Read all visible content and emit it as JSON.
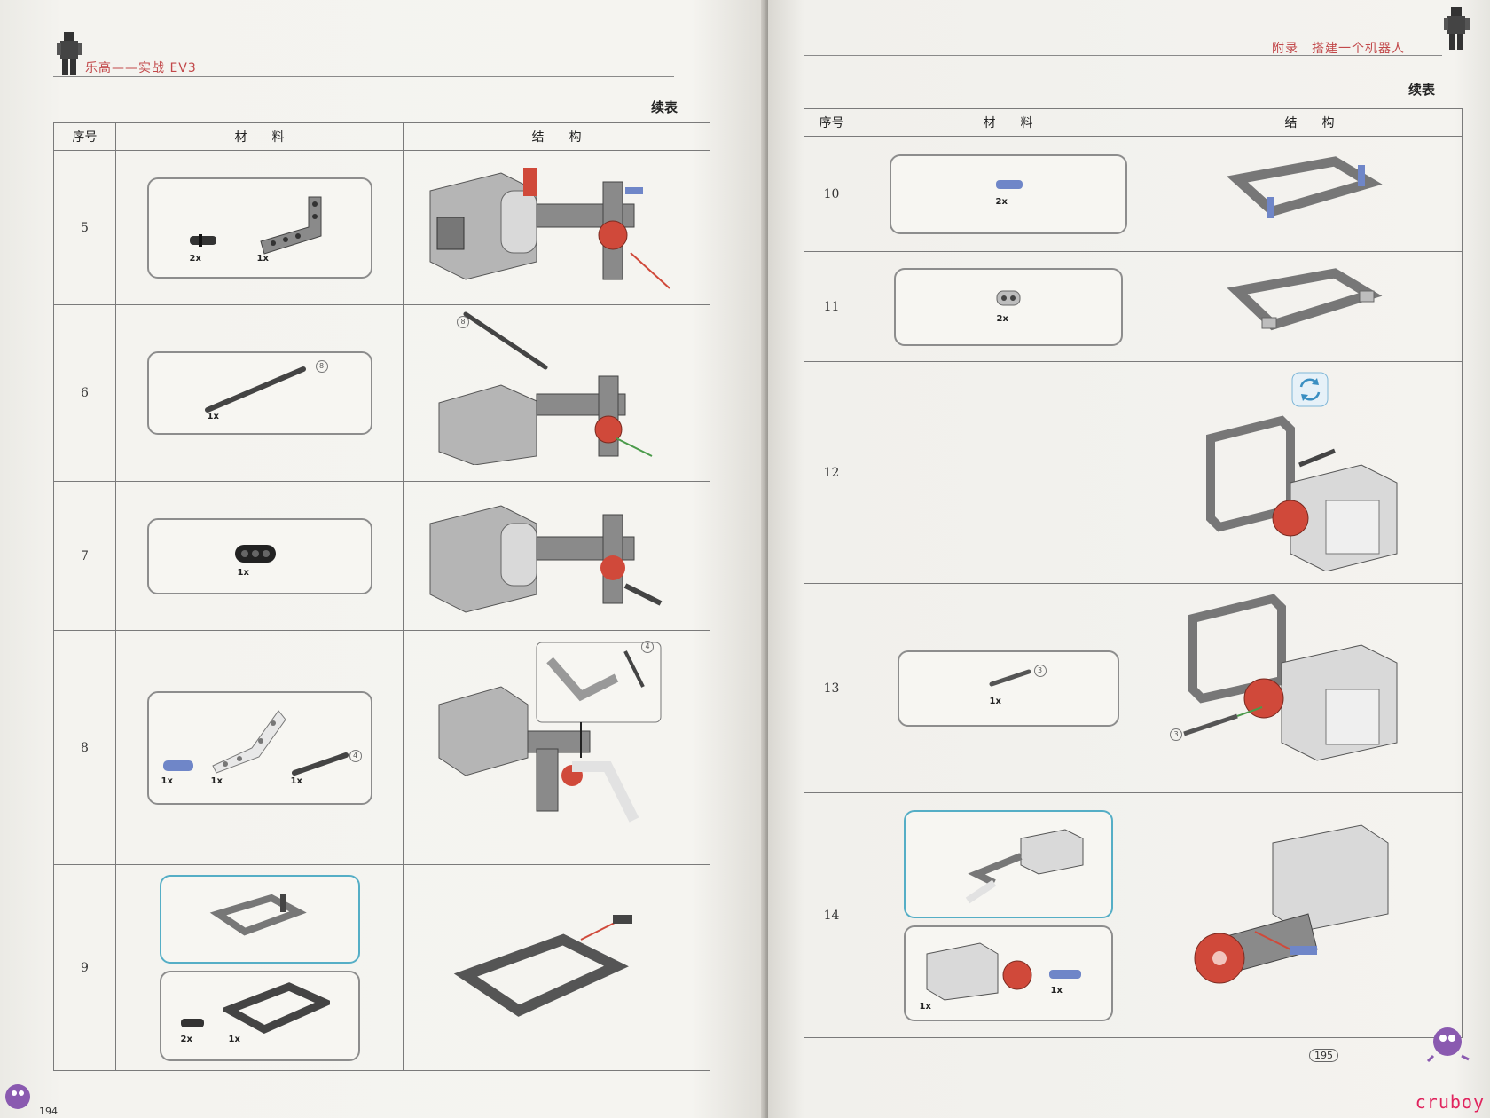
{
  "left_page": {
    "header_title": "乐高——实战 EV3",
    "continued_label": "续表",
    "columns": [
      "序号",
      "材　　料",
      "结　　构"
    ],
    "page_number": "194",
    "steps": [
      {
        "num": "5",
        "parts": [
          {
            "qty": "2x"
          },
          {
            "qty": "1x"
          }
        ]
      },
      {
        "num": "6",
        "parts": [
          {
            "qty": "1x",
            "length": "8"
          }
        ],
        "struct_callout": "8"
      },
      {
        "num": "7",
        "parts": [
          {
            "qty": "1x"
          }
        ]
      },
      {
        "num": "8",
        "parts": [
          {
            "qty": "1x"
          },
          {
            "qty": "1x"
          },
          {
            "qty": "1x",
            "length": "4"
          }
        ],
        "struct_callout": "4"
      },
      {
        "num": "9",
        "parts": [
          {
            "qty": "2x"
          },
          {
            "qty": "1x"
          }
        ]
      }
    ]
  },
  "right_page": {
    "header_title": "附录　搭建一个机器人",
    "continued_label": "续表",
    "columns": [
      "序号",
      "材　　料",
      "结　　构"
    ],
    "page_number": "195",
    "steps": [
      {
        "num": "10",
        "parts": [
          {
            "qty": "2x"
          }
        ]
      },
      {
        "num": "11",
        "parts": [
          {
            "qty": "2x"
          }
        ]
      },
      {
        "num": "12",
        "parts": [],
        "rotate_icon": "rotate-model-icon"
      },
      {
        "num": "13",
        "parts": [
          {
            "qty": "1x",
            "length": "3"
          }
        ],
        "struct_callout": "3"
      },
      {
        "num": "14",
        "parts": [
          {
            "qty": "1x"
          },
          {
            "qty": "1x"
          }
        ]
      }
    ]
  },
  "watermark": "cruboy",
  "colors": {
    "header_red": "#c2484a",
    "motor_gray": "#b5b5b5",
    "beam_gray": "#8a8a8a",
    "axle_dark": "#444444",
    "pin_blue": "#6f86c8",
    "hub_red": "#d0493a",
    "subassembly_box": "#55aec6"
  }
}
